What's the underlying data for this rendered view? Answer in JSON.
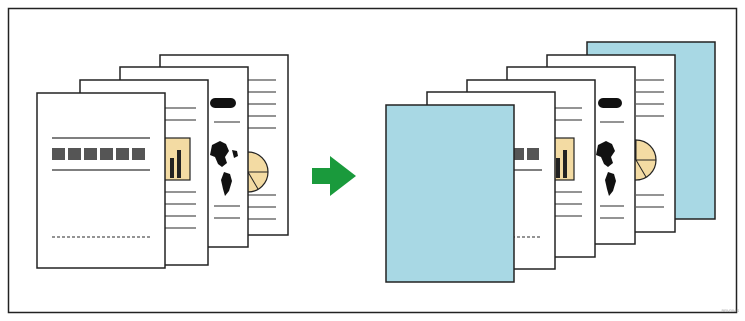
{
  "colors": {
    "frame": "#222222",
    "paper": "#ffffff",
    "cover": "#a8d8e4",
    "arrow": "#1a9a3c",
    "chart_fill": "#f3dba3",
    "ink": "#555555",
    "bar_block": "#555555"
  },
  "arrow_icon": "right-arrow-icon",
  "before_stack": {
    "label": "original-document-set",
    "pages": [
      "page-1-text",
      "page-2-bar-chart",
      "page-3-world-map",
      "page-4-pie-chart"
    ]
  },
  "after_stack": {
    "label": "document-set-with-covers",
    "pages": [
      "front-cover",
      "page-1-text",
      "page-2-bar-chart",
      "page-3-world-map",
      "page-4-pie-chart",
      "back-cover"
    ]
  },
  "caption": "BRV004S"
}
